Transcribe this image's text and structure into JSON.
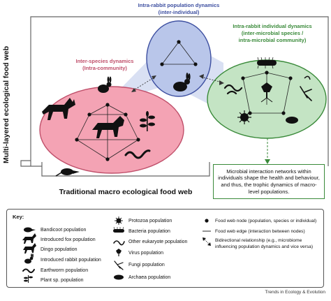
{
  "diagram": {
    "side_label": "Multi-layered ecological food web",
    "bottom_label": "Traditional macro ecological food web",
    "intra_population": {
      "title_line1": "Intra-rabbit population dynamics",
      "title_line2": "(inter-individual)"
    },
    "inter_species": {
      "title_line1": "Inter-species dynamics",
      "title_line2": "(Intra-community)"
    },
    "intra_individual": {
      "title_line1": "Intra-rabbit individual dynamics",
      "title_line2": "(inter-microbial species /",
      "title_line3": "intra-microbial community)"
    },
    "callout": "Microbial interaction networks within individuals shape the health and behaviour, and thus, the trophic dynamics of macro-level populations.",
    "colors": {
      "pink_fill": "#f4a3b4",
      "pink_stroke": "#c0506b",
      "blue_fill": "#b9c6ea",
      "blue_stroke": "#3d4fa0",
      "green_fill": "#c4e4c4",
      "green_stroke": "#3a8a3a",
      "blue_title": "#3d4fa0",
      "pink_title": "#c0506b",
      "green_title": "#3a8a3a"
    }
  },
  "key": {
    "title": "Key:",
    "col1": [
      {
        "icon": "bandicoot-icon",
        "label": "Bandicoot population"
      },
      {
        "icon": "fox-icon",
        "label": "Introduced fox population"
      },
      {
        "icon": "dingo-icon",
        "label": "Dingo population"
      },
      {
        "icon": "rabbit-icon",
        "label": "Introduced rabbit population"
      },
      {
        "icon": "earthworm-icon",
        "label": "Earthworm population"
      },
      {
        "icon": "plant-icon",
        "label": "Plant sp. population"
      }
    ],
    "col2": [
      {
        "icon": "protozoa-icon",
        "label": "Protozoa population"
      },
      {
        "icon": "bacteria-icon",
        "label": "Bacteria population"
      },
      {
        "icon": "eukaryote-icon",
        "label": "Other eukaryote population"
      },
      {
        "icon": "virus-icon",
        "label": "Virus population"
      },
      {
        "icon": "fungi-icon",
        "label": "Fungi population"
      },
      {
        "icon": "archaea-icon",
        "label": "Archaea population"
      }
    ],
    "col3": [
      {
        "icon": "node-icon",
        "label_line1": "Food web node (population, species or individual)",
        "label_line2": ""
      },
      {
        "icon": "edge-icon",
        "label_line1": "Food web edge (interaction between nodes)",
        "label_line2": ""
      },
      {
        "icon": "bidirectional-arrow-icon",
        "label_line1": "Bidirectional relationship (e.g., microbiome",
        "label_line2": "influencing population dynamics and vice versa)"
      }
    ]
  },
  "credit": "Trends in Ecology & Evolution"
}
